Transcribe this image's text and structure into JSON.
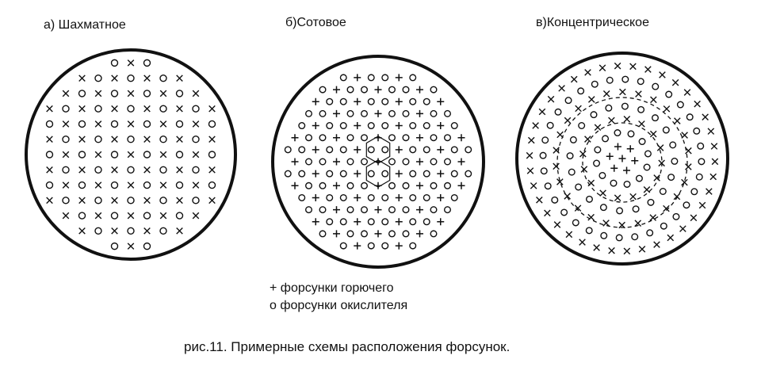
{
  "labels": {
    "a": "а) Шахматное",
    "b": "б)Сотовое",
    "c": "в)Концентрическое"
  },
  "legend": {
    "fuel": "+ форсунки горючего",
    "oxidizer": "о форсунки окислителя"
  },
  "caption": "рис.11. Примерные схемы расположения форсунок."
}
